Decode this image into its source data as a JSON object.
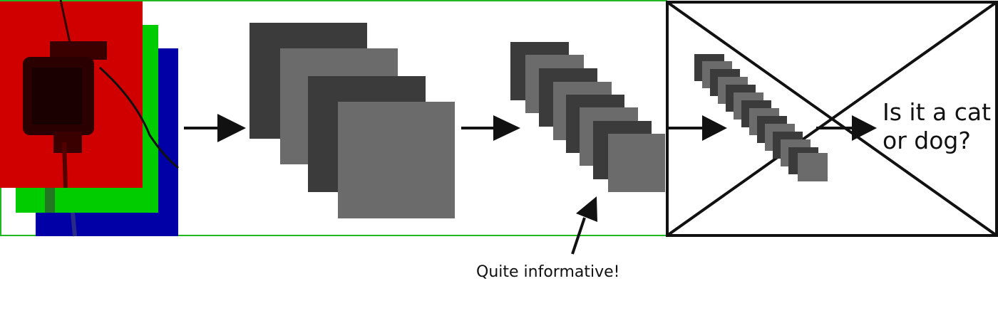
{
  "colors": {
    "red_channel": "#d10000",
    "green_channel": "#00cc00",
    "blue_channel": "#0000a6",
    "dark_map": "#3b3b3b",
    "light_map": "#6b6b6b",
    "green_frame": "#22b822",
    "black_frame": "#000000"
  },
  "icons": [
    "right-arrow-icon",
    "up-arrow-icon",
    "cross-out-icon"
  ],
  "labels": {
    "callout": "Quite informative!",
    "question_line1": "Is it a cat",
    "question_line2": "or dog?"
  }
}
